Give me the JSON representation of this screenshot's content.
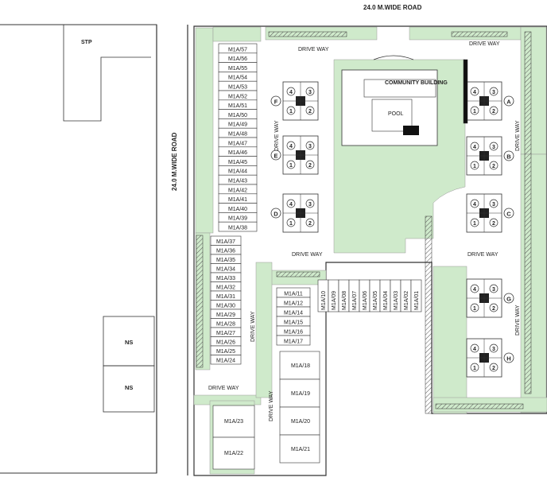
{
  "top_road": "24.0 M.WIDE ROAD",
  "side_road": "24.0 M.WIDE ROAD",
  "stp": "STP",
  "ns_labels": [
    "NS",
    "NS"
  ],
  "community": "COMMUNITY BUILDING",
  "pool": "POOL",
  "drive_way": "DRIVE WAY",
  "blocks": {
    "A": "A",
    "B": "B",
    "C": "C",
    "D": "D",
    "E": "E",
    "F": "F",
    "G": "G",
    "H": "H"
  },
  "villas_col1": [
    "M1A/57",
    "M1A/56",
    "M1A/55",
    "M1A/54",
    "M1A/53",
    "M1A/52",
    "M1A/51",
    "M1A/50",
    "M1A/49",
    "M1A/48",
    "M1A/47",
    "M1A/46",
    "M1A/45",
    "M1A/44",
    "M1A/43",
    "M1A/42",
    "M1A/41",
    "M1A/40",
    "M1A/39",
    "M1A/38"
  ],
  "villas_col2": [
    "M1A/37",
    "M1A/36",
    "M1A/35",
    "M1A/34",
    "M1A/33",
    "M1A/32",
    "M1A/31",
    "M1A/30",
    "M1A/29",
    "M1A/28",
    "M1A/27",
    "M1A/26",
    "M1A/25",
    "M1A/24"
  ],
  "villas_col3": [
    "M1A/11",
    "M1A/12",
    "M1A/14",
    "M1A/15",
    "M1A/16",
    "M1A/17"
  ],
  "villas_row": [
    "M1A/10",
    "M1A/09",
    "M1A/08",
    "M1A/07",
    "M1A/06",
    "M1A/05",
    "M1A/04",
    "M1A/03",
    "M1A/02",
    "M1A/01"
  ],
  "villas_large_left": [
    "M1A/23",
    "M1A/22"
  ],
  "villas_large_right": [
    "M1A/18",
    "M1A/19",
    "M1A/20",
    "M1A/21"
  ],
  "unit_numbers": [
    "1",
    "2",
    "3",
    "4"
  ]
}
